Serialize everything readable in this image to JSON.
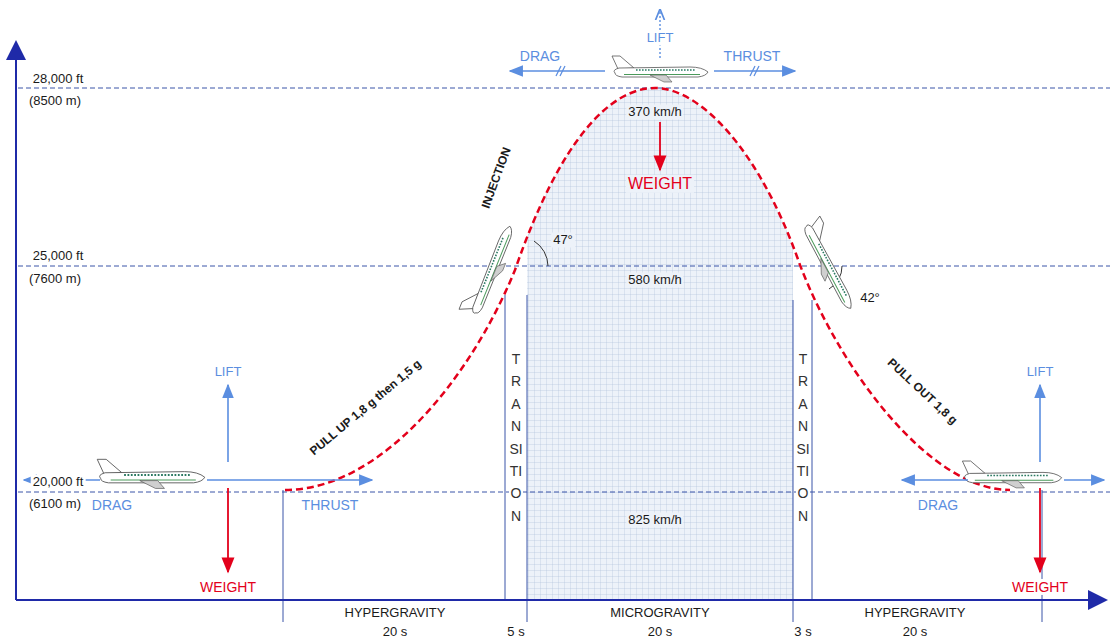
{
  "diagram": {
    "labels": [
      "28,000 ft",
      "(8500 m)",
      "25,000 ft",
      "(7600 m)",
      "20,000 ft",
      "(6100 m)",
      "DRAG",
      "LIFT",
      "THRUST",
      "370 km/h",
      "WEIGHT",
      "INJECTION",
      "47°",
      "580 km/h",
      "42°",
      "TRANSITION",
      "TRANSITION",
      "LIFT",
      "PULL UP 1,8 g then 1,5 g",
      "PULL OUT 1,8 g",
      "LIFT",
      "DRAG",
      "THRUST",
      "825 km/h",
      "DRAG",
      "WEIGHT",
      "WEIGHT",
      "HYPERGRAVITY",
      "20 s",
      "5 s",
      "MICROGRAVITY",
      "20 s",
      "3 s",
      "HYPERGRAVITY",
      "20 s"
    ]
  }
}
